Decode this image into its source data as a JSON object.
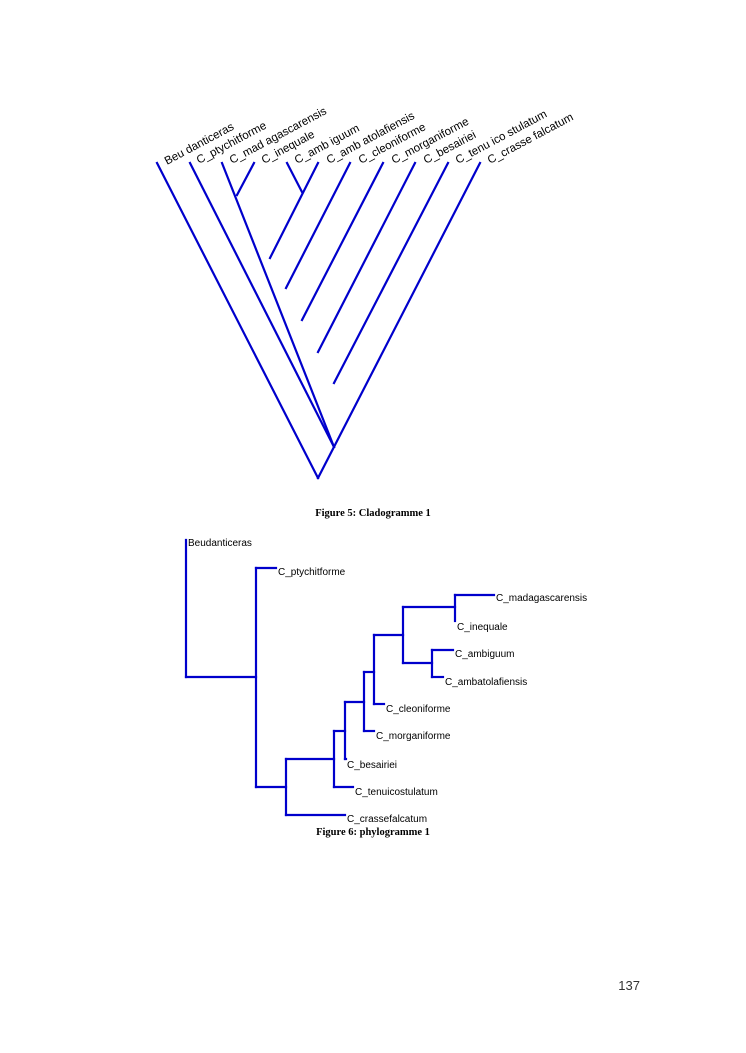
{
  "cladogram": {
    "caption": "Figure 5: Cladogramme 1",
    "leaves": [
      "Beu danticeras",
      "C_ptychitforme",
      "C_mad agascarensis",
      "C_inequale",
      "C_amb iguum",
      "C_amb atolafiensis",
      "C_cleoniforme",
      "C_morganiforme",
      "C_besairiei",
      "C_tenu ico stulatum",
      "C_crasse falcatum"
    ]
  },
  "phylogram": {
    "caption": "Figure 6: phylogramme 1",
    "leaves": [
      "Beudanticeras",
      "C_ptychitforme",
      "C_madagascarensis",
      "C_inequale",
      "C_ambiguum",
      "C_ambatolafiensis",
      "C_cleoniforme",
      "C_morganiforme",
      "C_besairiei",
      "C_tenuicostulatum",
      "C_crassefalcatum"
    ]
  },
  "page": {
    "number": "137"
  },
  "colors": {
    "branch": "#0000cc"
  }
}
